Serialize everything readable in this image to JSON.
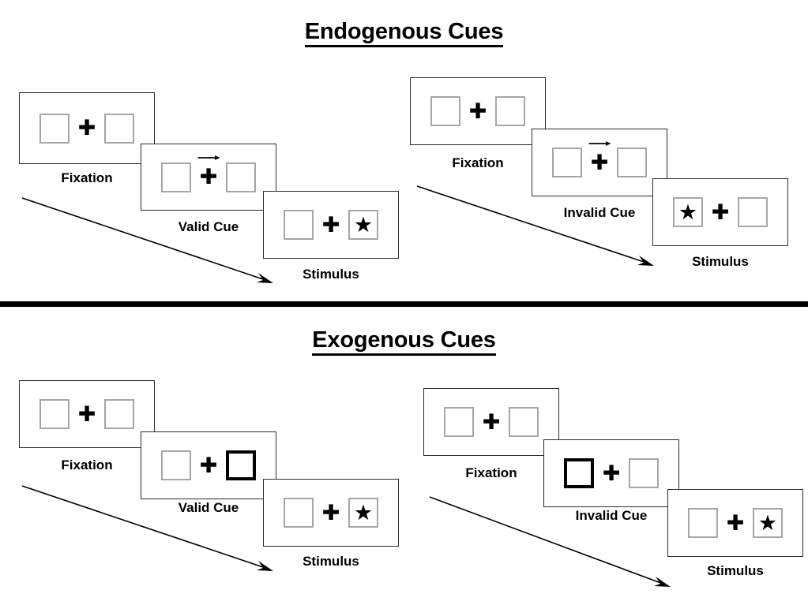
{
  "figure": {
    "title_endogenous": "Endogenous Cues",
    "title_exogenous": "Exogenous Cues"
  },
  "sections": [
    {
      "id": "endogenous",
      "title": "Endogenous Cues",
      "sequences": [
        {
          "id": "endogenous-valid",
          "condition": "valid",
          "frames": [
            {
              "caption": "Fixation",
              "left_box": "empty",
              "right_box": "empty",
              "center": "plus",
              "cue_arrow": "none"
            },
            {
              "caption": "Valid Cue",
              "left_box": "empty",
              "right_box": "empty",
              "center": "plus",
              "cue_arrow": "right"
            },
            {
              "caption": "Stimulus",
              "left_box": "empty",
              "right_box": "star",
              "center": "plus",
              "cue_arrow": "none"
            }
          ]
        },
        {
          "id": "endogenous-invalid",
          "condition": "invalid",
          "frames": [
            {
              "caption": "Fixation",
              "left_box": "empty",
              "right_box": "empty",
              "center": "plus",
              "cue_arrow": "none"
            },
            {
              "caption": "Invalid Cue",
              "left_box": "empty",
              "right_box": "empty",
              "center": "plus",
              "cue_arrow": "right"
            },
            {
              "caption": "Stimulus",
              "left_box": "star",
              "right_box": "empty",
              "center": "plus",
              "cue_arrow": "none"
            }
          ]
        }
      ]
    },
    {
      "id": "exogenous",
      "title": "Exogenous Cues",
      "sequences": [
        {
          "id": "exogenous-valid",
          "condition": "valid",
          "frames": [
            {
              "caption": "Fixation",
              "left_box": "empty",
              "right_box": "empty",
              "center": "plus",
              "cue_arrow": "none"
            },
            {
              "caption": "Valid Cue",
              "left_box": "empty",
              "right_box": "highlight",
              "center": "plus",
              "cue_arrow": "none"
            },
            {
              "caption": "Stimulus",
              "left_box": "empty",
              "right_box": "star",
              "center": "plus",
              "cue_arrow": "none"
            }
          ]
        },
        {
          "id": "exogenous-invalid",
          "condition": "invalid",
          "frames": [
            {
              "caption": "Fixation",
              "left_box": "empty",
              "right_box": "empty",
              "center": "plus",
              "cue_arrow": "none"
            },
            {
              "caption": "Invalid Cue",
              "left_box": "highlight",
              "right_box": "empty",
              "center": "plus",
              "cue_arrow": "none"
            },
            {
              "caption": "Stimulus",
              "left_box": "empty",
              "right_box": "star",
              "center": "plus",
              "cue_arrow": "none"
            }
          ]
        }
      ]
    }
  ],
  "glyphs": {
    "plus": "✚",
    "star": "★"
  },
  "colors": {
    "ink": "#000000",
    "panel_border": "#2b2b2b",
    "box_border": "#a6a6a6",
    "box_border_highlight": "#000000",
    "background": "#ffffff"
  },
  "captions": {
    "fixation": "Fixation",
    "valid_cue": "Valid Cue",
    "invalid_cue": "Invalid Cue",
    "stimulus": "Stimulus"
  }
}
